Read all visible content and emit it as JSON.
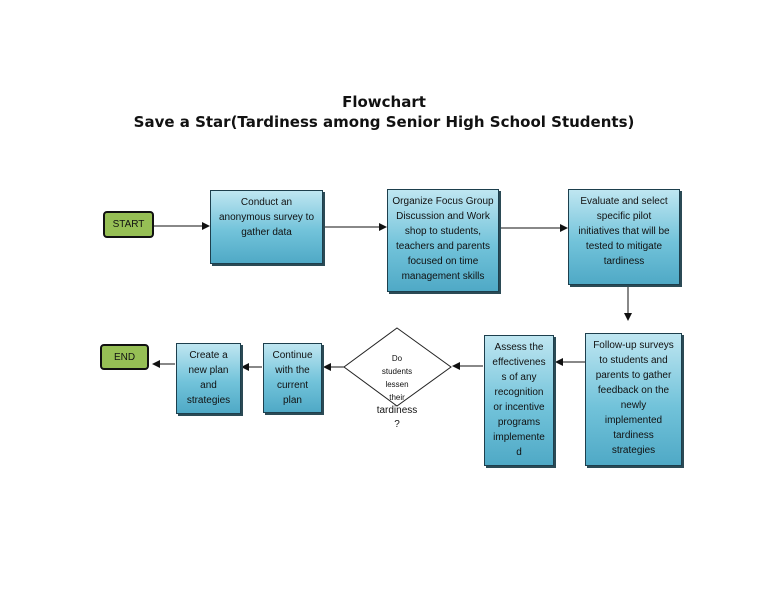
{
  "title": "Flowchart",
  "subtitle": "Save a Star(Tardiness among Senior High School Students)",
  "nodes": {
    "start": "START",
    "end": "END",
    "survey": [
      "Conduct an",
      "anonymous survey to",
      "gather data"
    ],
    "focus_group": [
      "Organize Focus Group",
      "Discussion and Work",
      "shop to students,",
      "teachers and parents",
      "focused on time",
      "management skills"
    ],
    "evaluate": [
      "Evaluate and select",
      "specific pilot",
      "initiatives that will be",
      "tested to mitigate",
      "tardiness"
    ],
    "follow_up": [
      "Follow-up surveys",
      "to students and",
      "parents to gather",
      "feedback on the",
      "newly",
      "implemented",
      "tardiness",
      "strategies"
    ],
    "assess": [
      "Assess the",
      "effectivenes",
      "s of any",
      "recognition",
      "or incentive",
      "programs",
      "implemente",
      "d"
    ],
    "decision": [
      "Do",
      "students",
      "lessen",
      "their",
      "tardiness",
      "?"
    ],
    "continue_plan": [
      "Continue",
      "with the",
      "current",
      "plan"
    ],
    "new_plan": [
      "Create a",
      "new plan",
      "and",
      "strategies"
    ]
  }
}
